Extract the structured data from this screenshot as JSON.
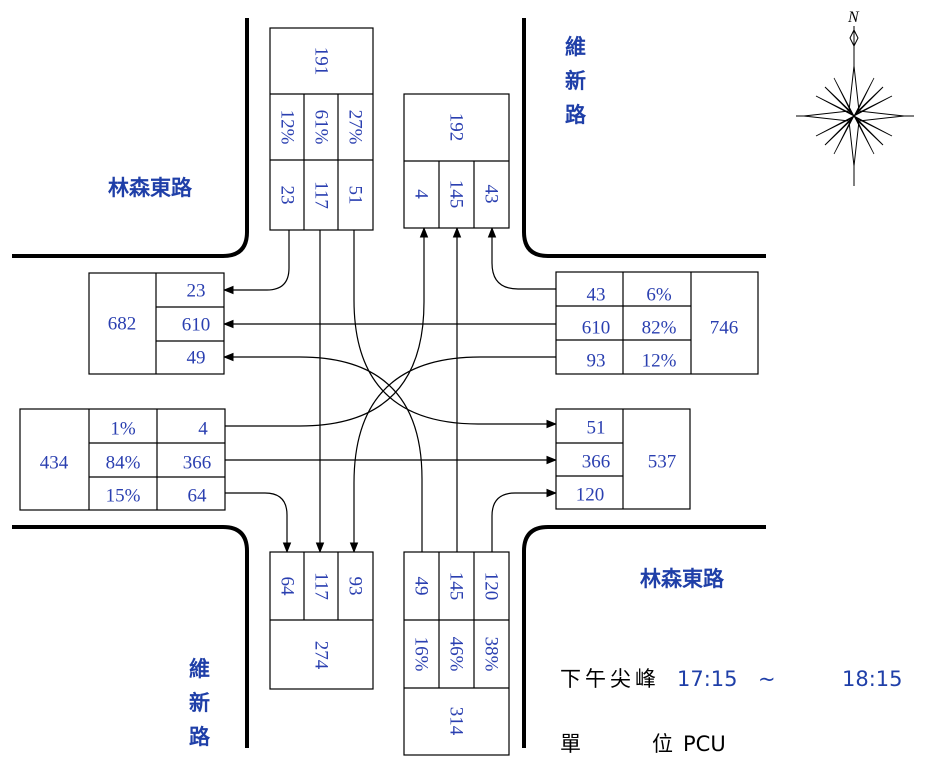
{
  "roads": {
    "ew_top_left": "林森東路",
    "ew_bottom_right": "林森東路",
    "ns_top_right": [
      "維",
      "新",
      "路"
    ],
    "ns_bottom_left": [
      "維",
      "新",
      "路"
    ]
  },
  "compass": {
    "north_label": "N"
  },
  "legend": {
    "period_label": "下午尖峰",
    "time_start": "17:15",
    "time_sep": "~",
    "time_end": "18:15",
    "unit_label": "單",
    "unit_label2": "位",
    "unit_value": "PCU"
  },
  "approaches": {
    "north_in": {
      "total": "191",
      "pcts": [
        "12%",
        "61%",
        "27%"
      ],
      "vols": [
        "23",
        "117",
        "51"
      ]
    },
    "north_out": {
      "total": "192",
      "vols": [
        "4",
        "145",
        "43"
      ]
    },
    "east_in": {
      "total": "746",
      "vols": [
        "43",
        "610",
        "93"
      ],
      "pcts": [
        "6%",
        "82%",
        "12%"
      ]
    },
    "west_out": {
      "total": "682",
      "vols": [
        "23",
        "610",
        "49"
      ]
    },
    "west_in": {
      "total": "434",
      "pcts": [
        "1%",
        "84%",
        "15%"
      ],
      "vols": [
        "4",
        "366",
        "64"
      ]
    },
    "east_out": {
      "total": "537",
      "vols": [
        "51",
        "366",
        "120"
      ]
    },
    "south_out": {
      "total": "274",
      "vols": [
        "64",
        "117",
        "93"
      ]
    },
    "south_in": {
      "total": "314",
      "vols": [
        "49",
        "145",
        "120"
      ],
      "pcts": [
        "16%",
        "46%",
        "38%"
      ]
    }
  },
  "colors": {
    "number_color": "#2a3fb0",
    "road_label_color": "#1f3fa8",
    "line_color": "#000000"
  }
}
